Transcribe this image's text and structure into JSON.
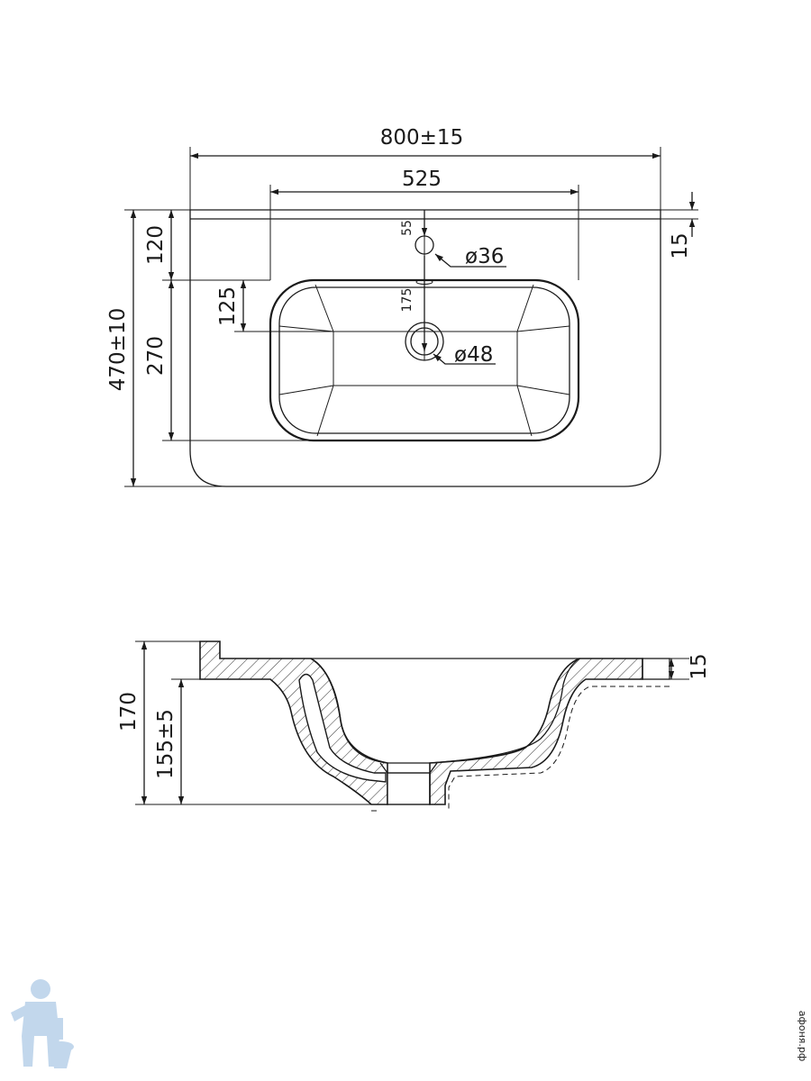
{
  "top_view": {
    "width_total": "800±15",
    "bowl_width": "525",
    "depth_total": "470±10",
    "back_to_faucet_axis": "120",
    "back_to_bowl": "55",
    "faucet_hole": "ø36",
    "faucet_to_drain": "175",
    "bowl_edge_to_drain": "125",
    "bowl_depth": "270",
    "drain_hole": "ø48",
    "backsplash": "15"
  },
  "side_view": {
    "total_height": "170",
    "height_below": "155±5",
    "top_thickness": "15"
  },
  "watermark": {
    "logo_icon": "plumber-mascot-icon",
    "site": "афоня.рф",
    "color": "#bcd3ea"
  }
}
